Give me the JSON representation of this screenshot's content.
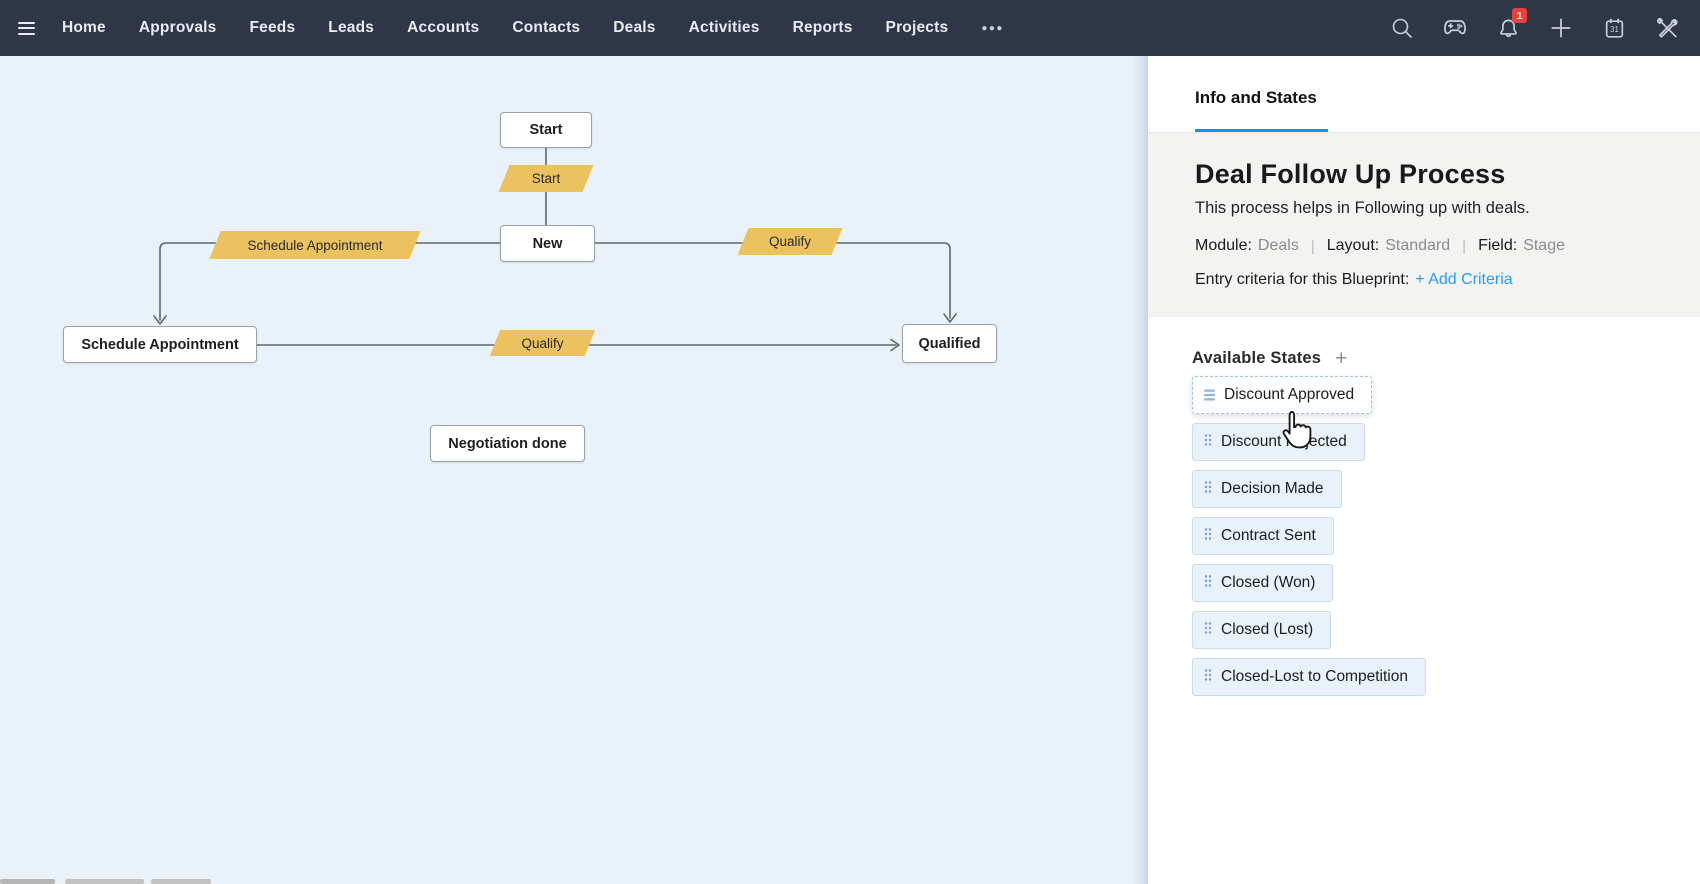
{
  "nav": {
    "items": [
      "Home",
      "Approvals",
      "Feeds",
      "Leads",
      "Accounts",
      "Contacts",
      "Deals",
      "Activities",
      "Reports",
      "Projects"
    ],
    "more_label": "●●●",
    "notification_count": "1",
    "calendar_day": "31"
  },
  "canvas": {
    "nodes": {
      "start": "Start",
      "new": "New",
      "schedule": "Schedule Appointment",
      "qualified": "Qualified",
      "negotiation": "Negotiation done"
    },
    "transitions": {
      "start": "Start",
      "schedule": "Schedule Appointment",
      "qualify_top": "Qualify",
      "qualify_mid": "Qualify"
    }
  },
  "panel": {
    "tab_label": "Info and States",
    "title": "Deal Follow Up Process",
    "description": "This process helps in Following up with deals.",
    "meta": [
      {
        "label": "Module:",
        "value": "Deals"
      },
      {
        "label": "Layout:",
        "value": "Standard"
      },
      {
        "label": "Field:",
        "value": "Stage"
      }
    ],
    "entry_criteria_label": "Entry criteria for this Blueprint:",
    "add_criteria_link": "+ Add Criteria",
    "available_states_title": "Available States",
    "add_state_label": "+",
    "states": [
      "Discount Approved",
      "Discount Rejected",
      "Decision Made",
      "Contract Sent",
      "Closed (Won)",
      "Closed (Lost)",
      "Closed-Lost to Competition"
    ]
  },
  "colors": {
    "nav_bg": "#2e3648",
    "canvas_bg": "#e9f1f9",
    "transition_fill": "#ebc25d",
    "accent_blue": "#0c96f3",
    "link_blue": "#2a9df4",
    "chip_bg": "#e9f2fb",
    "chip_border": "#c7dcee",
    "badge_red": "#e8413c"
  }
}
